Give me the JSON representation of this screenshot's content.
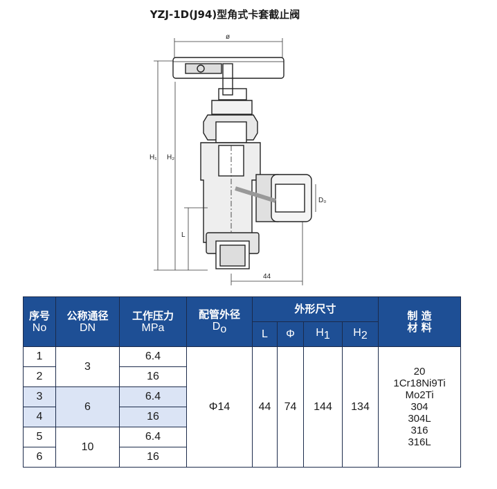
{
  "title": "YZJ-1D(J94)型角式卡套截止阀",
  "drawing": {
    "dim_phi": "ø",
    "dim_h1": "H₁",
    "dim_h2": "H₂",
    "dim_l": "L",
    "dim_do": "D₀",
    "dim_44": "44"
  },
  "table": {
    "headers": {
      "no_cn": "序号",
      "no_en": "No",
      "dn_cn": "公称通径",
      "dn_en": "DN",
      "mpa_cn": "工作压力",
      "mpa_en": "MPa",
      "do_cn": "配管外径",
      "do_en": "D",
      "do_sub": "o",
      "dims": "外形尺寸",
      "l": "L",
      "phi": "Φ",
      "h1": "H",
      "h1_sub": "1",
      "h2": "H",
      "h2_sub": "2",
      "mat_cn1": "制 造",
      "mat_cn2": "材 料"
    },
    "rows": [
      {
        "no": "1",
        "mpa": "6.4"
      },
      {
        "no": "2",
        "mpa": "16"
      },
      {
        "no": "3",
        "mpa": "6.4"
      },
      {
        "no": "4",
        "mpa": "16"
      },
      {
        "no": "5",
        "mpa": "6.4"
      },
      {
        "no": "6",
        "mpa": "16"
      }
    ],
    "dn_groups": [
      "3",
      "6",
      "10"
    ],
    "do": "Φ14",
    "l": "44",
    "phi": "74",
    "h1": "144",
    "h2": "134",
    "materials": [
      "20",
      "1Cr18Ni9Ti",
      "Mo2Ti",
      "304",
      "304L",
      "316",
      "316L"
    ]
  },
  "colors": {
    "header_bg": "#1e4f95",
    "highlight": "#dbe4f5"
  }
}
